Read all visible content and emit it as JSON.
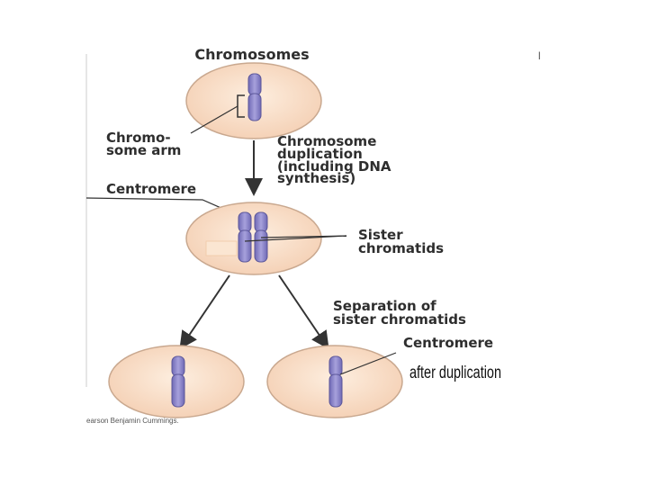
{
  "diagram": {
    "title": "Chromosomes",
    "arm_label_line1": "Chromo-",
    "arm_label_line2": "some arm",
    "duplication_line1": "Chromosome",
    "duplication_line2": "duplication",
    "duplication_line3": "(including DNA",
    "duplication_line4": "synthesis)",
    "centromere_label": "Centromere",
    "sister_line1": "Sister",
    "sister_line2": "chromatids",
    "separation_line1": "Separation of",
    "separation_line2": "sister chromatids",
    "centromere_label_2": "Centromere",
    "handwritten_note": "after duplication",
    "credit": "earson Benjamin Cummings.",
    "corner_mark": "l"
  },
  "colors": {
    "cell_fill": "#f8dcc4",
    "cell_stroke": "#c9a88f",
    "chromosome": "#8c86c8",
    "chromosome_stroke": "#5b5699",
    "line": "#333333"
  }
}
